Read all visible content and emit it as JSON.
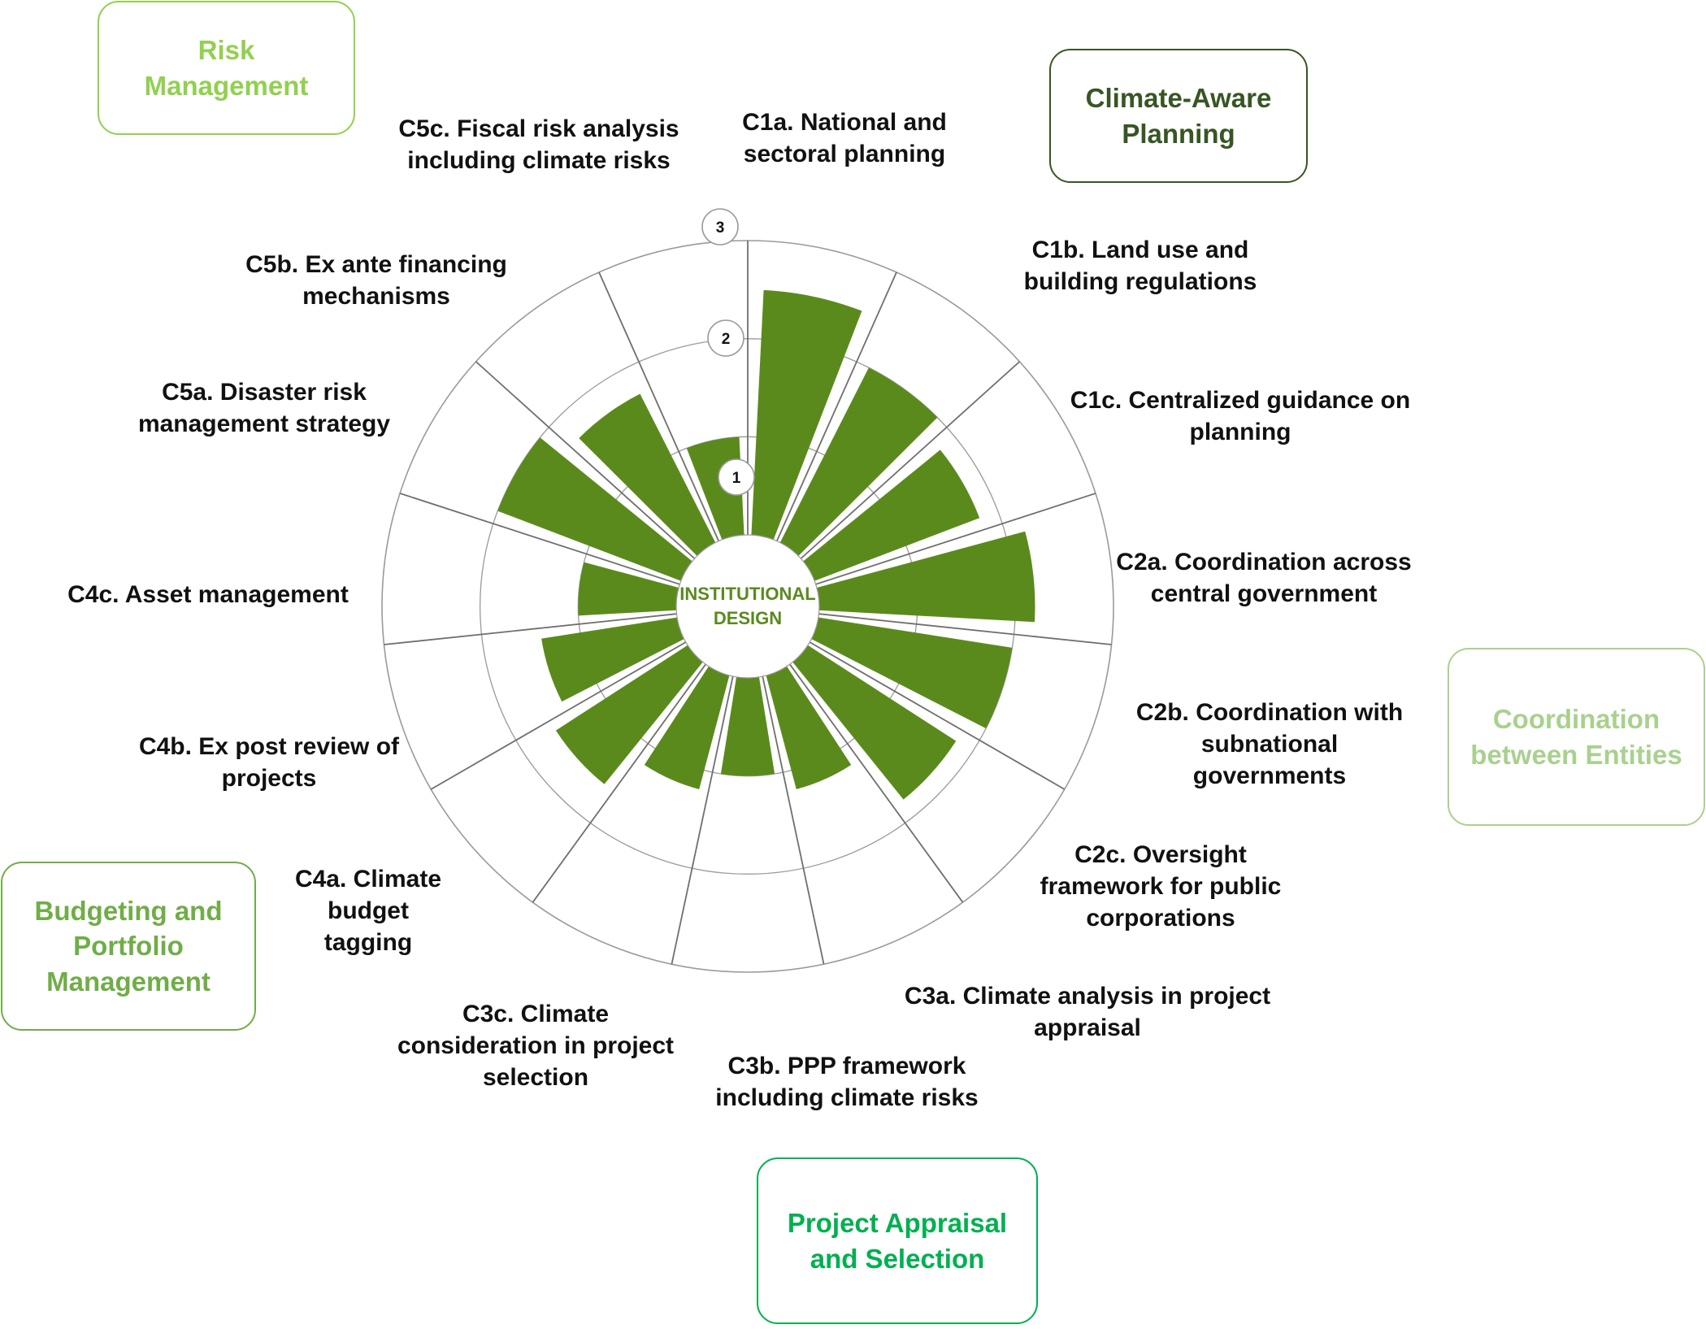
{
  "chart_data": {
    "type": "polar-bar",
    "title": "",
    "center_label": [
      "INSTITUTIONAL",
      "DESIGN"
    ],
    "center_label_color": "#5a8a1e",
    "radial_ticks": [
      "1",
      "2",
      "3"
    ],
    "rlim": [
      0,
      3
    ],
    "bar_color": "#5b8a1c",
    "categories": [
      "C1a. National and sectoral planning",
      "C1b. Land use and building regulations",
      "C1c. Centralized guidance on planning",
      "C2a. Coordination across central government",
      "C2b. Coordination with subnational governments",
      "C2c. Oversight framework for public corporations",
      "C3a. Climate analysis in project appraisal",
      "C3b. PPP framework including climate risks",
      "C3c. Climate consideration in project selection",
      "C4a. Climate budget tagging",
      "C4b. Ex post review of projects",
      "C4c. Asset management",
      "C5a. Disaster risk management strategy",
      "C5b. Ex ante financing mechanisms",
      "C5c. Fiscal risk analysis including climate risks"
    ],
    "category_lines": [
      [
        "C1a. National and",
        "sectoral planning"
      ],
      [
        "C1b. Land use and",
        "building regulations"
      ],
      [
        "C1c. Centralized guidance on",
        "planning"
      ],
      [
        "C2a. Coordination across",
        "central government"
      ],
      [
        "C2b. Coordination with",
        "subnational",
        "governments"
      ],
      [
        "C2c. Oversight",
        "framework for public",
        "corporations"
      ],
      [
        "C3a. Climate analysis in project",
        "appraisal"
      ],
      [
        "C3b. PPP framework",
        "including climate risks"
      ],
      [
        "C3c. Climate",
        "consideration in project",
        "selection"
      ],
      [
        "C4a. Climate",
        "budget",
        "tagging"
      ],
      [
        "C4b. Ex post review of",
        "projects"
      ],
      [
        "C4c. Asset management"
      ],
      [
        "C5a. Disaster risk",
        "management strategy"
      ],
      [
        "C5b. Ex ante financing",
        "mechanisms"
      ],
      [
        "C5c. Fiscal risk analysis",
        "including climate risks"
      ]
    ],
    "values": [
      2.5,
      2.0,
      1.8,
      2.2,
      2.0,
      1.8,
      1.2,
      1.0,
      1.2,
      1.6,
      1.4,
      1.0,
      2.0,
      1.7,
      1.0
    ]
  },
  "pillars": [
    {
      "label": "Risk\nManagement",
      "color": "#92d050"
    },
    {
      "label": "Climate-Aware\nPlanning",
      "color": "#375623"
    },
    {
      "label": "Coordination\nbetween Entities",
      "color": "#a9d18e"
    },
    {
      "label": "Project Appraisal\nand Selection",
      "color": "#00b050"
    },
    {
      "label": "Budgeting and\nPortfolio\nManagement",
      "color": "#70ad47"
    }
  ]
}
